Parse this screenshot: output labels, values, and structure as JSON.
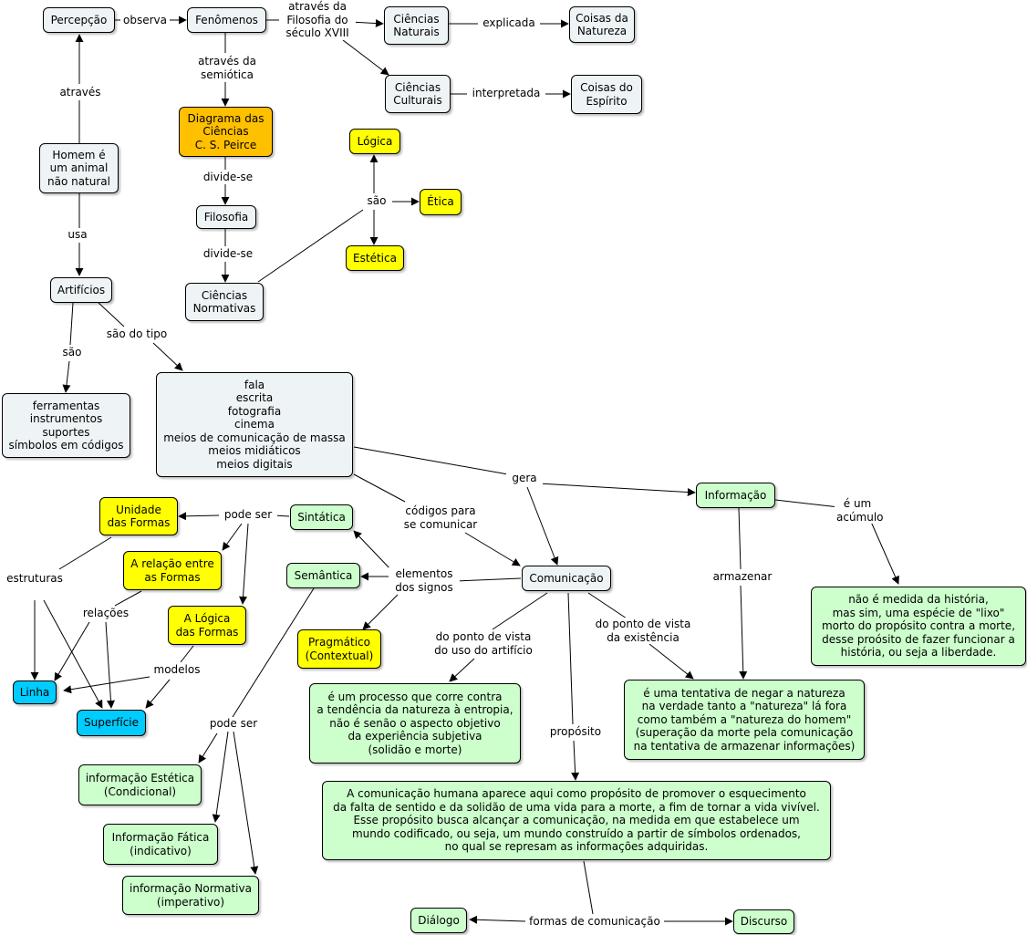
{
  "colors": {
    "gray": "#eef3f6",
    "orange": "#ffc000",
    "yellow": "#ffff00",
    "green": "#ccffcc",
    "blue": "#00ccff",
    "line": "#000000"
  },
  "nodes": {
    "percepcao": "Percepção",
    "fenomenos": "Fenômenos",
    "ciencias_naturais": "Ciências\nNaturais",
    "coisas_natureza": "Coisas da\nNatureza",
    "ciencias_culturais": "Ciências\nCulturais",
    "coisas_espirito": "Coisas do\nEspírito",
    "homem": "Homem é\num animal\nnão natural",
    "diagrama": "Diagrama das\nCiências\nC. S. Peirce",
    "logica": "Lógica",
    "etica": "Ética",
    "estetica": "Estética",
    "filosofia": "Filosofia",
    "ciencias_normativas": "Ciências\nNormativas",
    "artificios": "Artifícios",
    "ferramentas": "ferramentas\ninstrumentos\nsuportes\nsímbolos em códigos",
    "meios": "fala\nescrita\nfotografia\ncinema\nmeios de comunicação de massa\nmeios midiáticos\nmeios digitais",
    "unidade_formas": "Unidade\ndas Formas",
    "sintatica": "Sintática",
    "relacao_formas": "A relação entre\nas Formas",
    "semantica": "Semântica",
    "logica_formas": "A Lógica\ndas Formas",
    "pragmatico": "Pragmático\n(Contextual)",
    "comunicacao": "Comunicação",
    "informacao": "Informação",
    "nao_medida": "não é medida da história,\nmas sim, uma espécie de \"lixo\"\nmorto do propósito contra a morte,\ndesse proósito de fazer funcionar a\nhistória, ou seja a liberdade.",
    "linha": "Linha",
    "superficie": "Superfície",
    "processo": "é um processo que corre contra\na tendência da natureza à entropia,\nnão é senão o aspecto objetivo\nda experiência subjetiva\n(solidão e morte)",
    "tentativa": "é uma tentativa de negar a natureza\nna verdade tanto a \"natureza\" lá fora\ncomo também a \"natureza do homem\"\n(superação da morte pela comunicação\nna tentativa de armazenar informações)",
    "info_estetica": "informação Estética\n(Condicional)",
    "info_fatica": "Informação Fática\n(indicativo)",
    "info_normativa": "informação Normativa\n(imperativo)",
    "comunicacao_humana": "A comunicação humana aparece aqui como propósito de promover o esquecimento\nda falta de sentido e da solidão de uma vida para a morte, a fim de tornar a vida vivível.\nEsse propósito busca alcançar a comunicação, na medida em que estabelece um\nmundo codificado, ou seja, um mundo construído a partir de símbolos ordenados,\nno qual se represam as informações adquiridas.",
    "dialogo": "Diálogo",
    "discurso": "Discurso"
  },
  "labels": {
    "observa": "observa",
    "atraves_filosofia": "através da\nFilosofia do\nséculo XVIII",
    "explicada": "explicada",
    "interpretada": "interpretada",
    "atraves": "através",
    "atraves_semiotica": "através da\nsemiótica",
    "divide_se_1": "divide-se",
    "divide_se_2": "divide-se",
    "sao_1": "são",
    "usa": "usa",
    "sao_2": "são",
    "sao_do_tipo": "são do tipo",
    "gera": "gera",
    "codigos": "códigos para\nse comunicar",
    "e_um_acumulo": "é um\nacúmulo",
    "pode_ser_1": "pode ser",
    "estruturas": "estruturas",
    "relacoes": "relações",
    "modelos": "modelos",
    "elementos_signos": "elementos\ndos signos",
    "armazenar": "armazenar",
    "uso_artificio": "do ponto de vista\ndo uso do artifício",
    "existencia": "do ponto de vista\nda existência",
    "pode_ser_2": "pode ser",
    "proposito": "propósito",
    "formas_comunicacao": "formas de comunicação"
  }
}
